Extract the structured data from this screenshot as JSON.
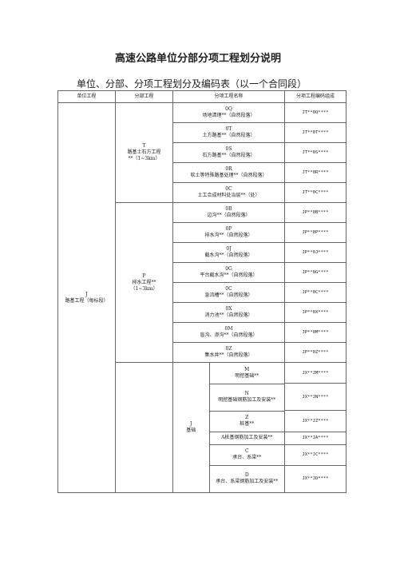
{
  "title": "高速公路单位分部分项工程划分说明",
  "subtitle": "单位、分部、分项工程划分及编码表（以一个合同段）",
  "table": {
    "headers": [
      "单位工程",
      "分部工程",
      "分项工程名称",
      "分项工程编码组成"
    ],
    "unit": {
      "line1": "J",
      "line2": "路基工程（每标段）"
    },
    "parts": [
      {
        "line1": "T",
        "line2": "路基土石方工程",
        "line3": "**（1~3km）"
      },
      {
        "line1": "P",
        "line2": "排水工程**",
        "line3": "（1~3km）"
      },
      {
        "line1": "J",
        "line2": "基础"
      }
    ],
    "items": [
      {
        "code": "0Q",
        "name": "场地清理**（自然段落）",
        "enc": "JT**0Q****"
      },
      {
        "code": "0T",
        "name": "土方路基**（自然段落）",
        "enc": "JT**0T****"
      },
      {
        "code": "0S",
        "name": "石方路基**（自然段落）",
        "enc": "JT**0S****"
      },
      {
        "code": "0R",
        "name": "软土等特殊路基处理**（自然段落）",
        "enc": "JT**0R****"
      },
      {
        "code": "0C",
        "name": "土工合成材料处治层**（处）",
        "enc": "JT**0C****"
      },
      {
        "code": "0B",
        "name": "边沟**（自然段落）",
        "enc": "JP**0B****"
      },
      {
        "code": "0P",
        "name": "排水沟**（自然段落）",
        "enc": "JP**0P****"
      },
      {
        "code": "0J",
        "name": "截水沟**（自然段落）",
        "enc": "JP**0J****"
      },
      {
        "code": "0G",
        "name": "平台截水沟**（自然段落）",
        "enc": "JP**0G****"
      },
      {
        "code": "0C",
        "name": "急流槽**（自然段落）",
        "enc": "JP**0C****"
      },
      {
        "code": "0X",
        "name": "消力池**（自然段落）",
        "enc": "JP**0X****"
      },
      {
        "code": "0M",
        "name": "盲沟、渗沟**（自然段落）",
        "enc": "JP**0M****"
      },
      {
        "code": "0Z",
        "name": "集水井**（自然段落）",
        "enc": "JP**0Z****"
      }
    ],
    "sub_items": [
      {
        "code": "M",
        "name": "明挖基础**",
        "enc": "JX**JM****"
      },
      {
        "code": "N",
        "name": "明挖基础钢筋加工及安装**",
        "enc": "JX**JN****"
      },
      {
        "code": "Z",
        "name": "桩基**",
        "enc": "JX**JZ****"
      },
      {
        "code": "",
        "name": "A桩基钢筋加工及安装**",
        "enc": "JX**JA****"
      },
      {
        "code": "C",
        "name": "承台、系梁**",
        "enc": "JX**JC****"
      },
      {
        "code": "D",
        "name": "承台、系梁钢筋加工及安装**",
        "enc": "JX**JD****"
      }
    ]
  }
}
